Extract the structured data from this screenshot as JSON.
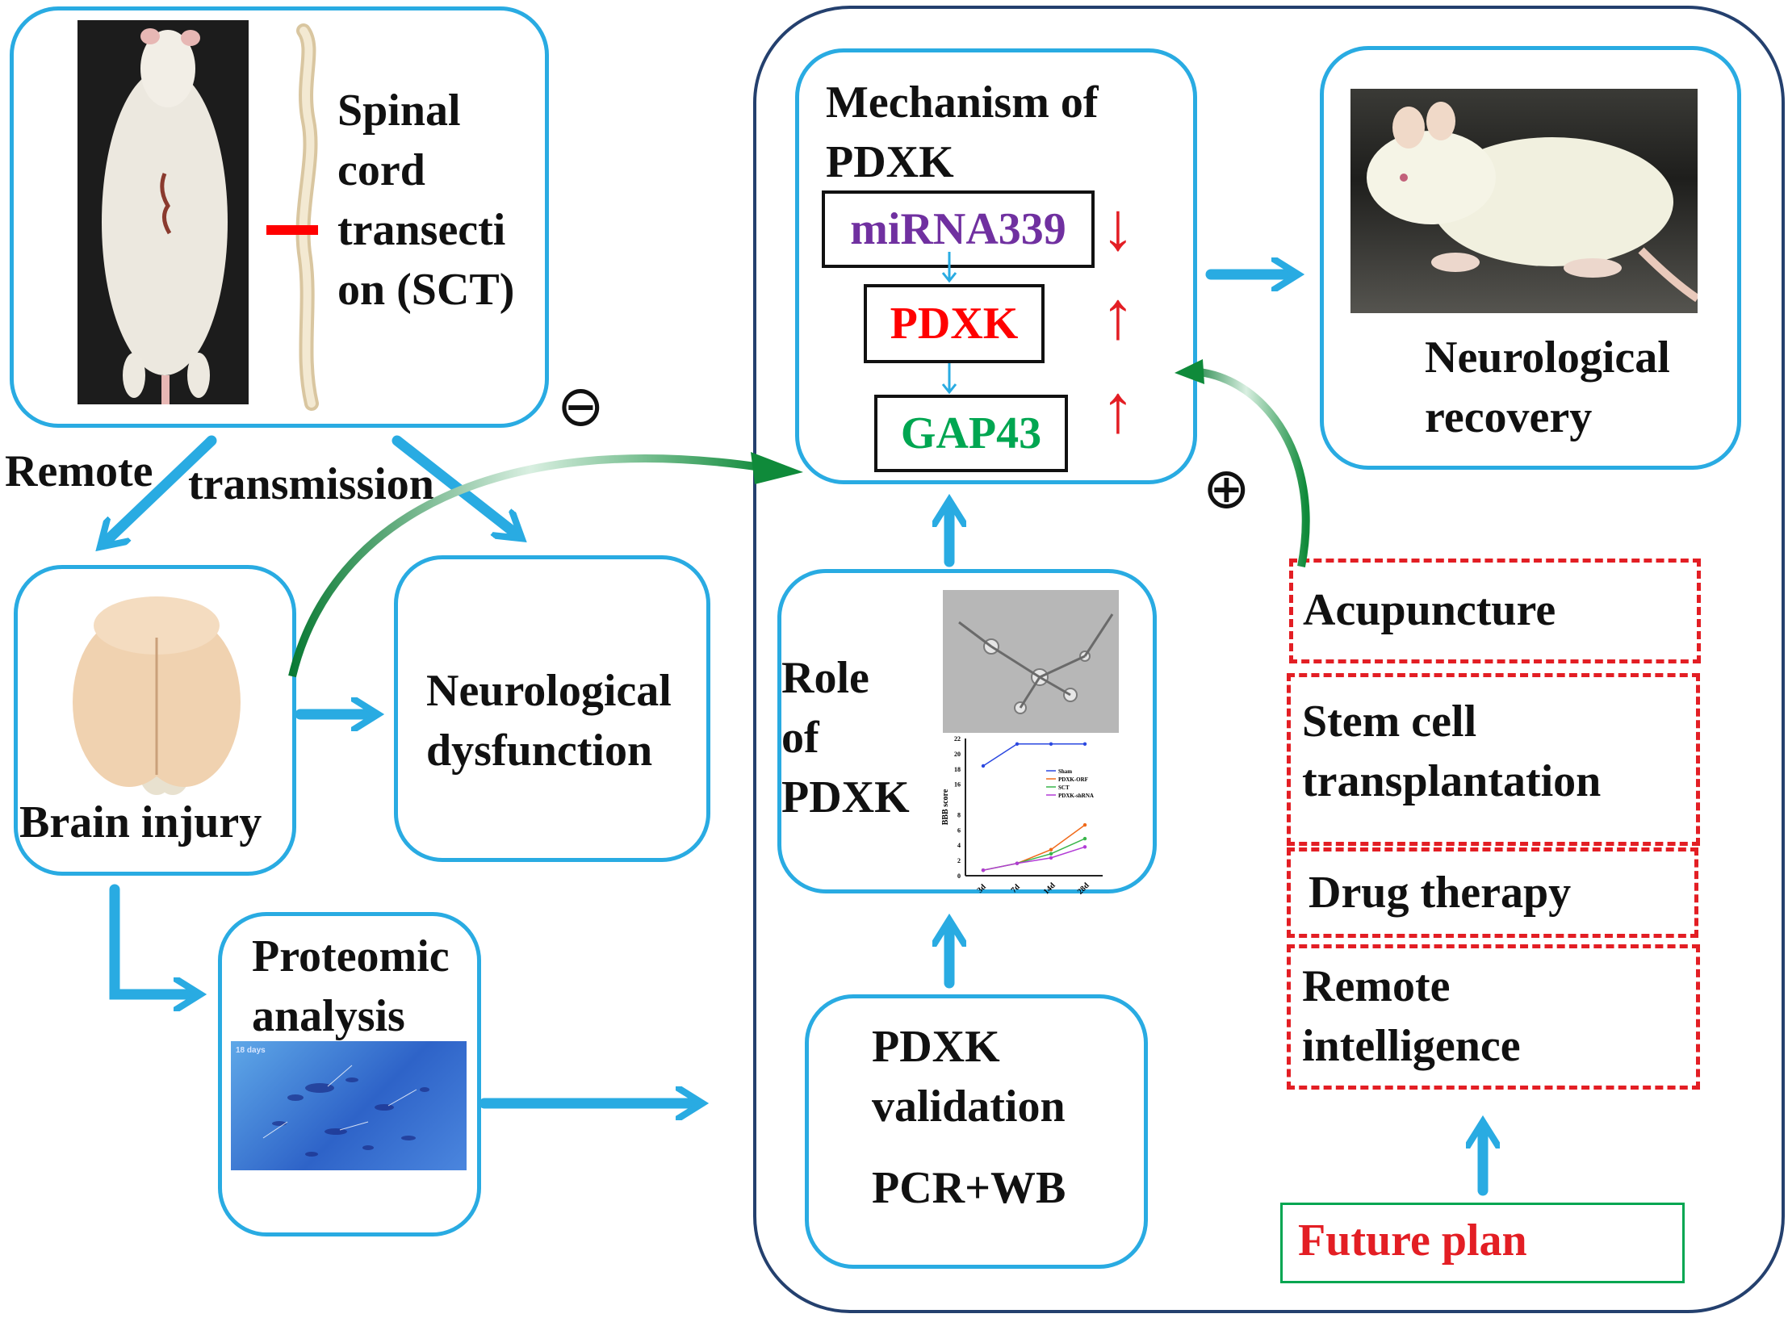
{
  "sct": {
    "label": "Spinal\ncord\ntransecti\non (SCT)"
  },
  "transmission": {
    "remote": "Remote",
    "transmission": "transmission"
  },
  "brain": {
    "label": "Brain injury"
  },
  "dysfunction": {
    "label": "Neurological\ndysfunction"
  },
  "proteomic": {
    "label": "Proteomic\nanalysis"
  },
  "mechanism": {
    "title": "Mechanism of\nPDXK",
    "chain": [
      {
        "label": "miRNA339",
        "color": "#7030a0",
        "trend": "down"
      },
      {
        "label": "PDXK",
        "color": "#ff0000",
        "trend": "up"
      },
      {
        "label": "GAP43",
        "color": "#00a651",
        "trend": "up"
      }
    ]
  },
  "recovery": {
    "label": "Neurological\nrecovery"
  },
  "role": {
    "label": "Role\n of\nPDXK"
  },
  "role_chart": {
    "ylabel": "BBB score",
    "x_ticks": [
      "3d",
      "7d",
      "14d",
      "28d"
    ],
    "y_ticks": [
      "0",
      "2",
      "4",
      "6",
      "8",
      "",
      "16",
      "18",
      "20",
      "22"
    ],
    "legend": [
      "Sham",
      "PDXK-ORF",
      "SCT",
      "PDXK-shRNA"
    ]
  },
  "validation": {
    "label": "PDXK\nvalidation",
    "method": "PCR+WB"
  },
  "future": {
    "items": [
      "Acupuncture",
      "Stem cell\ntransplantation",
      "Drug therapy",
      "Remote\nintelligence"
    ],
    "plan": "Future plan"
  },
  "symbols": {
    "inhibit": "⊖",
    "promote": "⊕",
    "up_arrow": "↑",
    "down_arrow": "↓"
  },
  "colors": {
    "box": "#29abe2",
    "outer": "#24406e",
    "arrow": "#29abe2",
    "curve": "#0f8a3a",
    "dash": "#e31e24",
    "plan_border": "#00a651"
  },
  "gel_label": "18 days"
}
